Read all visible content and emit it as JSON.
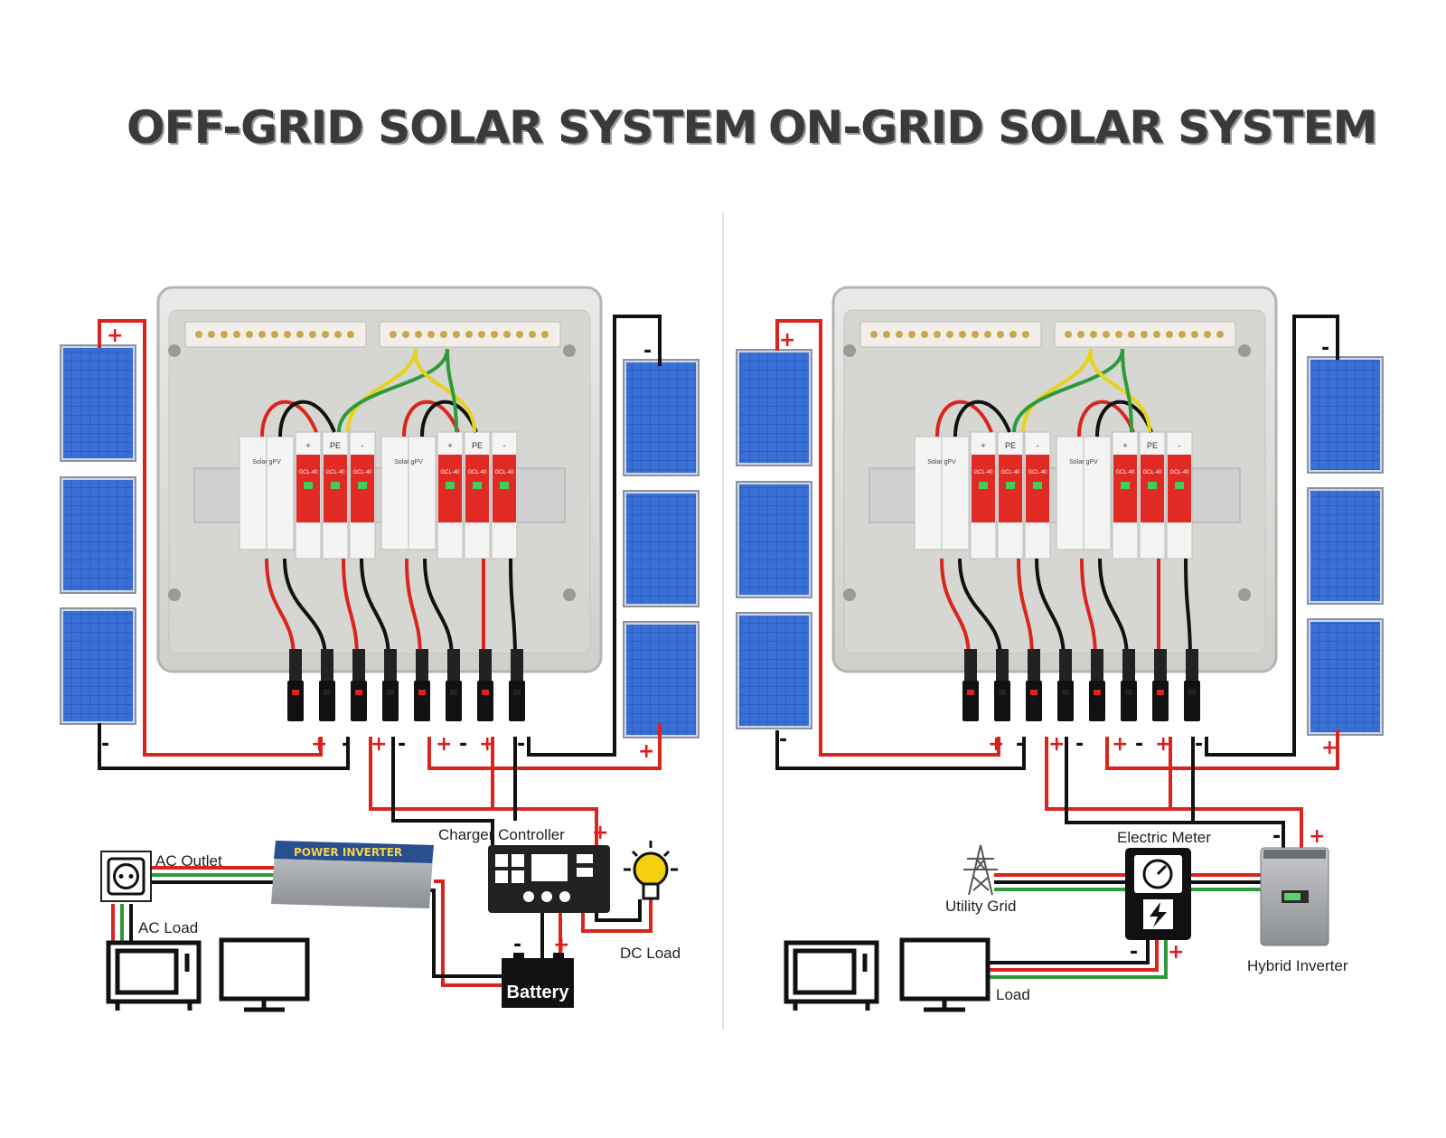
{
  "titles": {
    "off_grid": "OFF-GRID SOLAR SYSTEM",
    "on_grid": "ON-GRID SOLAR SYSTEM"
  },
  "off_grid": {
    "labels": {
      "charger_controller": "Charger Controller",
      "ac_outlet": "AC Outlet",
      "ac_load": "AC Load",
      "dc_load": "DC Load",
      "battery": "Battery",
      "inverter_brand": "POWER INVERTER"
    }
  },
  "on_grid": {
    "labels": {
      "electric_meter": "Electric Meter",
      "utility_grid": "Utility Grid",
      "hybrid_inverter": "Hybrid Inverter",
      "load": "Load"
    }
  },
  "breaker_text": "Solar gPV",
  "spd_model": "GCL-40",
  "spd_labels": {
    "plus": "+",
    "pe": "PE",
    "minus": "-"
  },
  "signs": {
    "plus": "+",
    "minus": "-"
  },
  "colors": {
    "positive_wire": "#d9251d",
    "negative_wire": "#111111",
    "ground_wire_yellow": "#e8d21a",
    "ground_wire_green": "#2f9a3a",
    "panel_blue": "#2a5fc4",
    "spd_red": "#e02a23",
    "enclosure_grey": "#dcdcda"
  }
}
